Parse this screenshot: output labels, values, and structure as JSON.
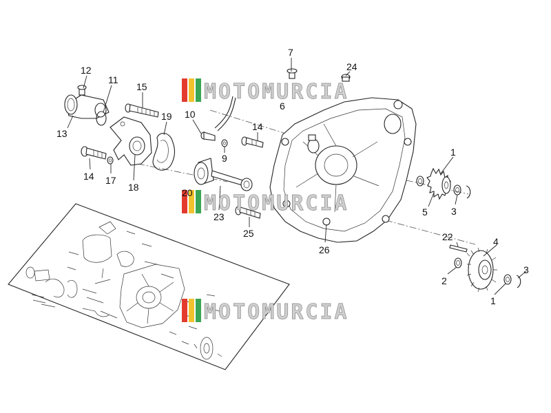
{
  "watermark": {
    "text": "MOTOMURCIA",
    "stripe_colors": [
      "#e23b2e",
      "#f2c22e",
      "#3aa655"
    ]
  },
  "callouts": {
    "n1a": "1",
    "n1b": "1",
    "n2": "2",
    "n3a": "3",
    "n3b": "3",
    "n4": "4",
    "n5": "5",
    "n6": "6",
    "n7": "7",
    "n9": "9",
    "n10": "10",
    "n11": "11",
    "n12": "12",
    "n13": "13",
    "n14a": "14",
    "n14b": "14",
    "n15": "15",
    "n17": "17",
    "n18": "18",
    "n19": "19",
    "n20": "20",
    "n22": "22",
    "n23": "23",
    "n24": "24",
    "n25": "25",
    "n26": "26"
  }
}
